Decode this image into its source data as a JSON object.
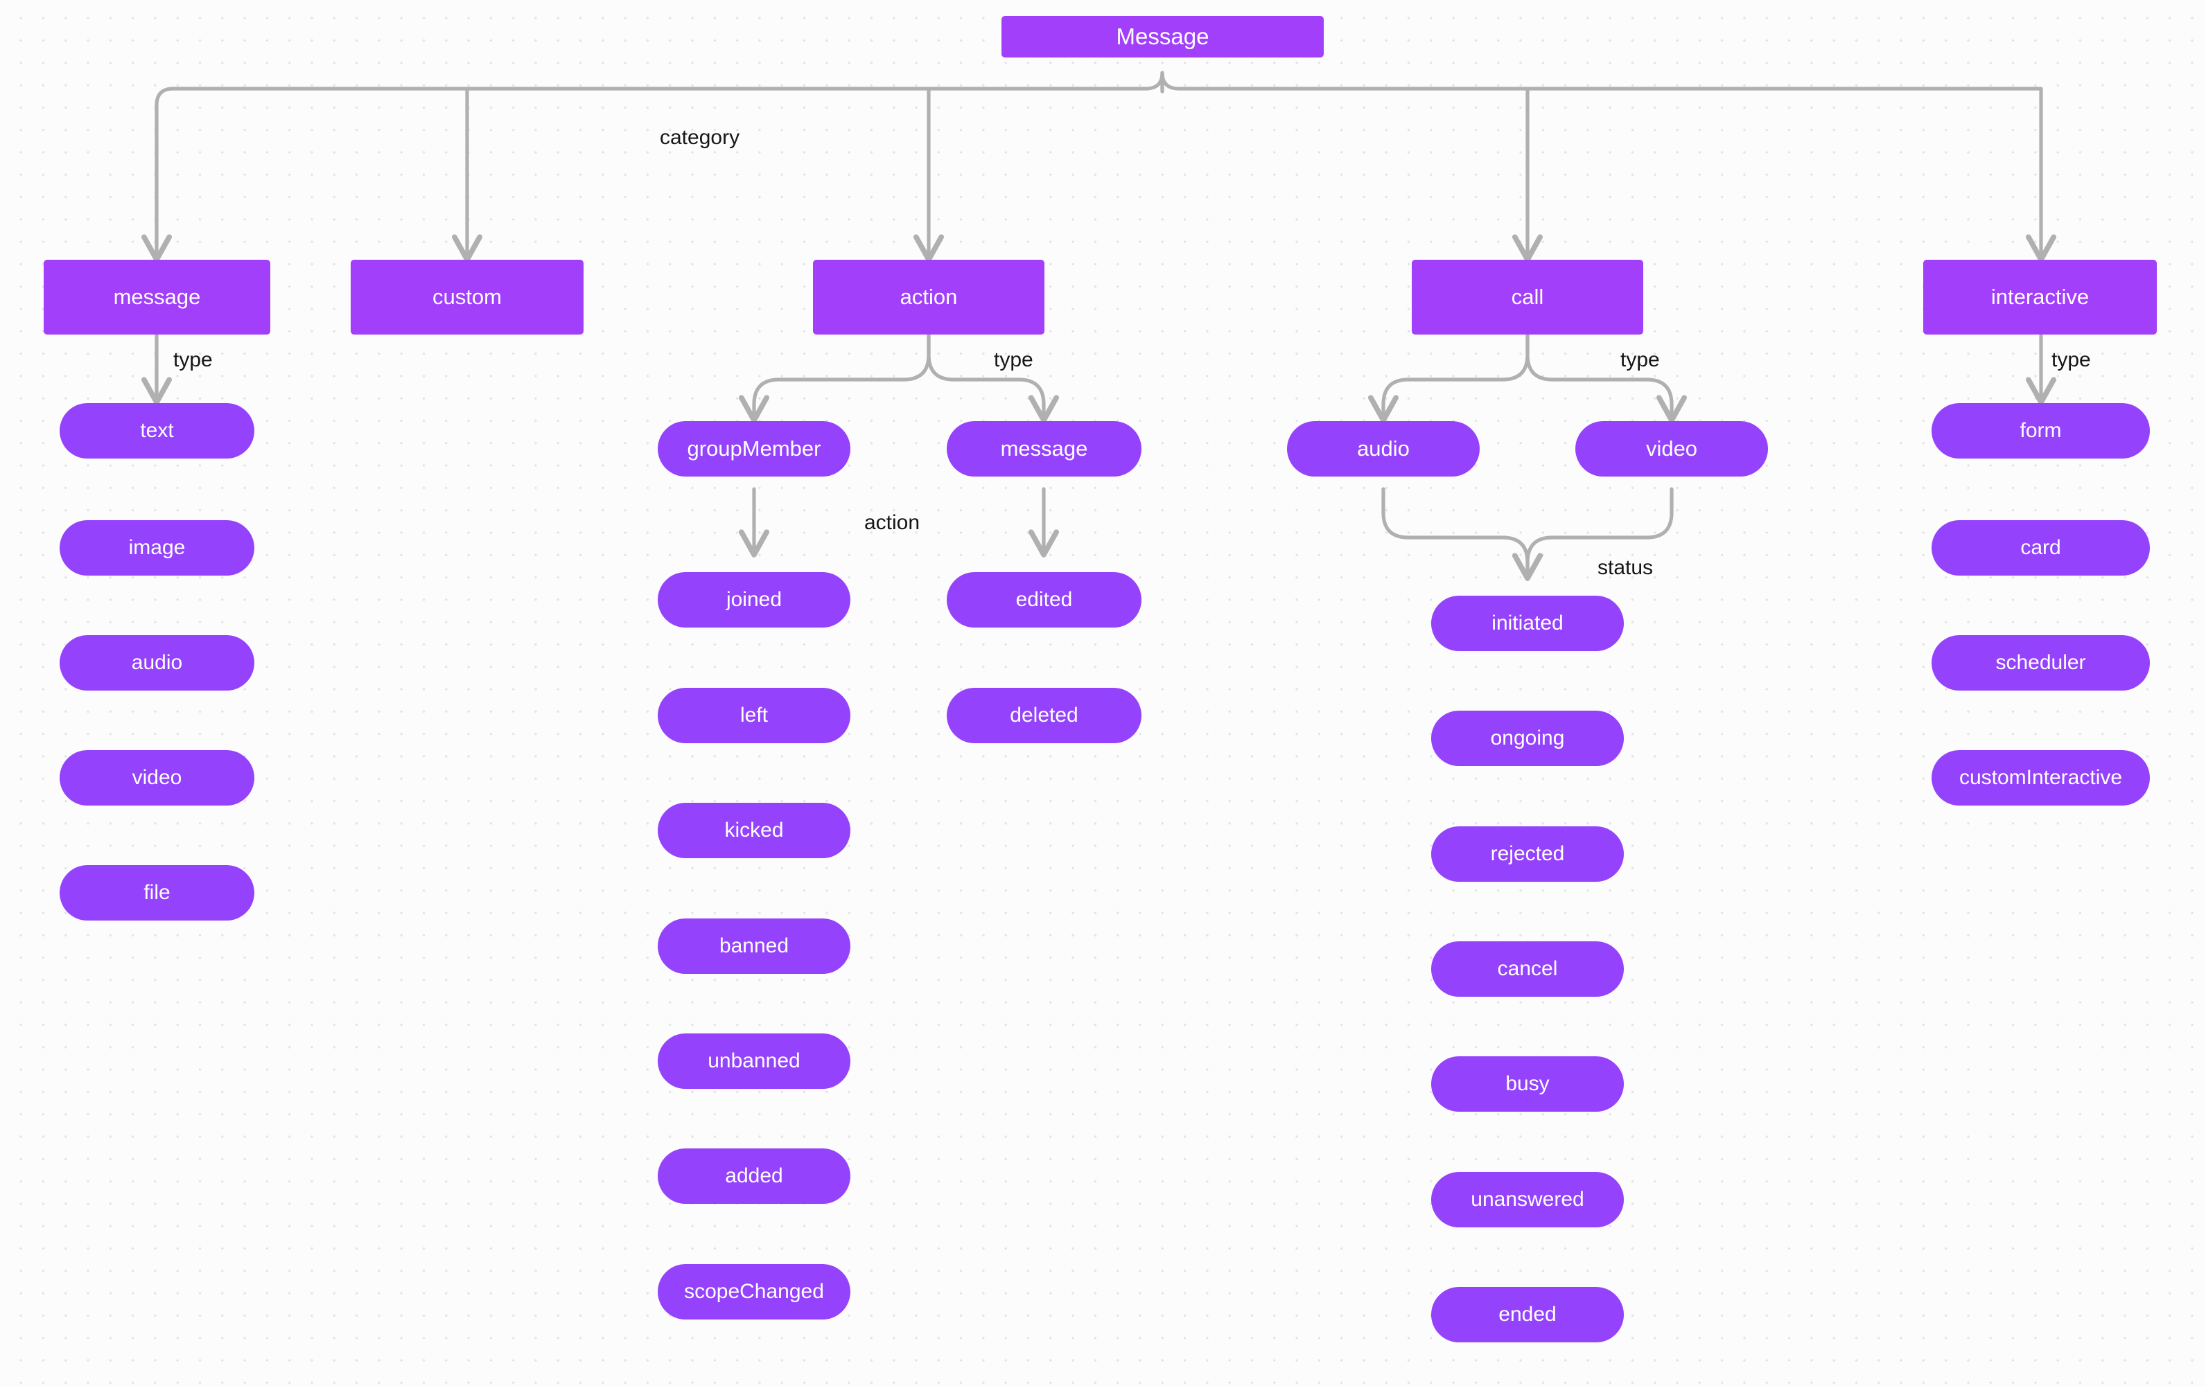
{
  "diagram": {
    "title": "Message",
    "colors": {
      "node_primary": "#a23ffb",
      "node_secondary": "#9442fc",
      "edge": "#b0b0b0",
      "label_text": "#161616",
      "node_text": "#ffffff",
      "background": "#fcfcfd",
      "grid_dot": "#e3e3e6"
    },
    "root": {
      "label": "Message"
    },
    "edge_labels": {
      "category": "category",
      "message_type": "type",
      "action_type": "type",
      "action_action": "action",
      "call_type": "type",
      "call_status": "status",
      "interactive_type": "type"
    },
    "branches": [
      {
        "label": "message"
      },
      {
        "label": "custom"
      },
      {
        "label": "action"
      },
      {
        "label": "call"
      },
      {
        "label": "interactive"
      }
    ],
    "message_types": [
      {
        "label": "text"
      },
      {
        "label": "image"
      },
      {
        "label": "audio"
      },
      {
        "label": "video"
      },
      {
        "label": "file"
      }
    ],
    "action_types": [
      {
        "label": "groupMember"
      },
      {
        "label": "message"
      }
    ],
    "group_member_actions": [
      {
        "label": "joined"
      },
      {
        "label": "left"
      },
      {
        "label": "kicked"
      },
      {
        "label": "banned"
      },
      {
        "label": "unbanned"
      },
      {
        "label": "added"
      },
      {
        "label": "scopeChanged"
      }
    ],
    "message_actions": [
      {
        "label": "edited"
      },
      {
        "label": "deleted"
      }
    ],
    "call_types": [
      {
        "label": "audio"
      },
      {
        "label": "video"
      }
    ],
    "call_statuses": [
      {
        "label": "initiated"
      },
      {
        "label": "ongoing"
      },
      {
        "label": "rejected"
      },
      {
        "label": "cancel"
      },
      {
        "label": "busy"
      },
      {
        "label": "unanswered"
      },
      {
        "label": "ended"
      }
    ],
    "interactive_types": [
      {
        "label": "form"
      },
      {
        "label": "card"
      },
      {
        "label": "scheduler"
      },
      {
        "label": "customInteractive"
      }
    ]
  }
}
